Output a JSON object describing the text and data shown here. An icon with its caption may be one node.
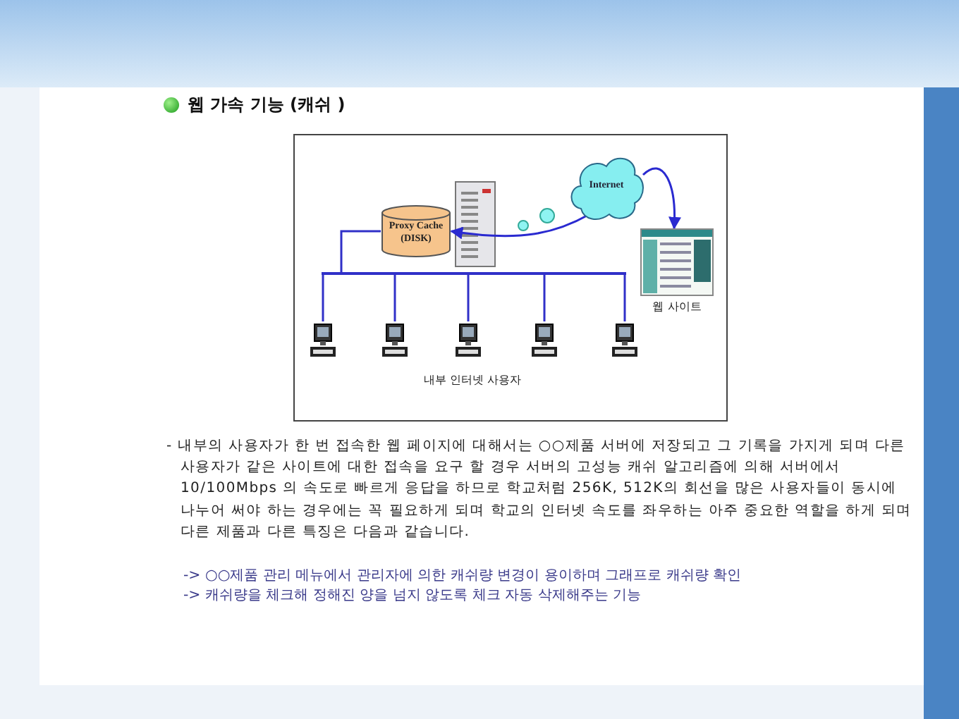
{
  "diagram": {
    "title": "웹 가속 기능 (캐쉬 )",
    "nodes": [
      {
        "text": [
          "Proxy Cache (DISK)"
        ]
      },
      {
        "text": [
          "Internet"
        ]
      },
      {
        "text": [
          "웹 사이트"
        ]
      },
      {
        "text": [],
        "shape": "bar"
      },
      {
        "text": [],
        "shape": "picture"
      },
      {
        "text": [],
        "shape": "picture"
      },
      {
        "text": [],
        "shape": "picture"
      },
      {
        "text": [],
        "shape": "picture"
      },
      {
        "text": [],
        "shape": "picture"
      }
    ],
    "edges": [
      {
        "from": 1,
        "to": 0,
        "arrow": "to"
      },
      {
        "from": 1,
        "to": 2,
        "arrow": "to"
      },
      {
        "from": 0,
        "to": 3,
        "arrow": "none"
      },
      {
        "from": 3,
        "to": 4,
        "arrow": "none"
      },
      {
        "from": 3,
        "to": 5,
        "arrow": "none"
      },
      {
        "from": 3,
        "to": 6,
        "arrow": "none"
      },
      {
        "from": 3,
        "to": 7,
        "arrow": "none"
      },
      {
        "from": 3,
        "to": 8,
        "arrow": "none"
      }
    ],
    "labels": [
      "내부 인터넷 사용자",
      "- 내부의 사용자가 한 번 접속한 웹 페이지에 대해서는 ○○제품 서버에 저장되고 그 기록을 가지게 되며 다른 사용자가 같은 사이트에 대한 접속을 요구 할 경우 서버의 고성능 캐쉬 알고리즘에 의해 서버에서 10/100Mbps 의 속도로 빠르게 응답을 하므로 학교처럼 256K, 512K의 회선을 많은 사용자들이 동시에 나누어 써야 하는 경우에는 꼭 필요하게 되며 학교의 인터넷 속도를 좌우하는 아주 중요한 역할을 하게 되며 다른 제품과 다른 특징은 다음과 같습니다.",
      "-> ○○제품 관리 메뉴에서 관리자에 의한 캐쉬량 변경이 용이하며 그래프로 캐쉬량 확인",
      "-> 캐쉬량을 체크해 정해진 양을 넘지 않도록 체크 자동 삭제해주는 기능"
    ]
  }
}
